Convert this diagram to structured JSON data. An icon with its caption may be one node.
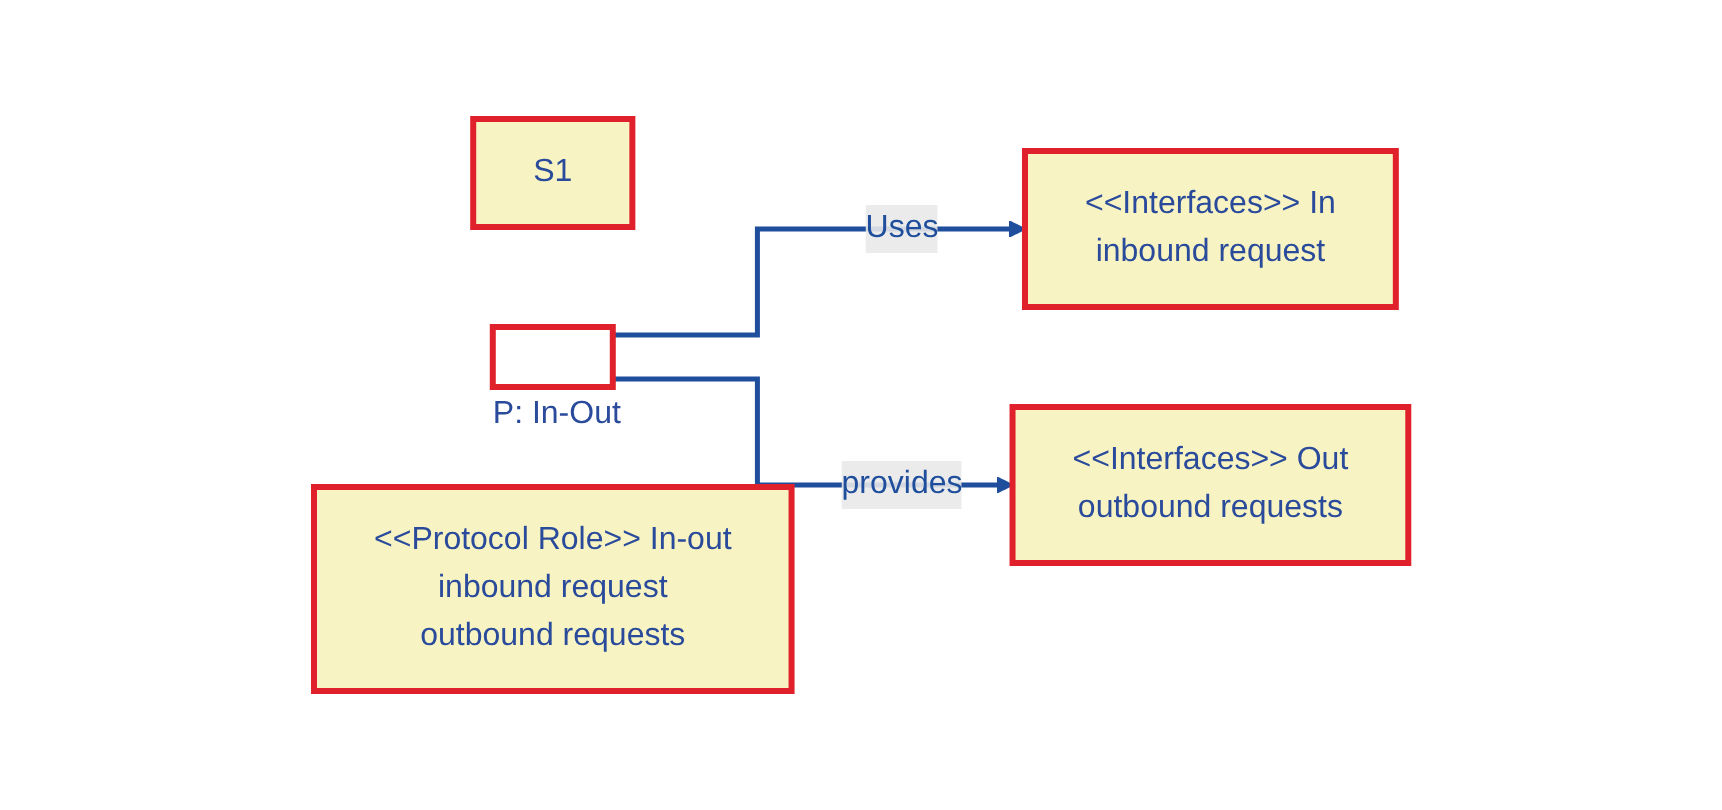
{
  "diagram": {
    "nodes": [
      {
        "text": [
          "S1"
        ]
      },
      {
        "text": [],
        "shape": "box",
        "beside": [
          "P: In-Out"
        ]
      },
      {
        "text": [
          "<<Interfaces>> In",
          "inbound request"
        ]
      },
      {
        "text": [
          "<<Interfaces>> Out",
          "outbound requests"
        ]
      },
      {
        "text": [
          "<<Protocol Role>> In-out",
          "inbound request",
          "outbound requests"
        ]
      }
    ],
    "edges": [
      {
        "from": 1,
        "to": 2,
        "arrow": "to",
        "label": "Uses"
      },
      {
        "from": 1,
        "to": 3,
        "arrow": "to",
        "label": "provides"
      }
    ]
  }
}
